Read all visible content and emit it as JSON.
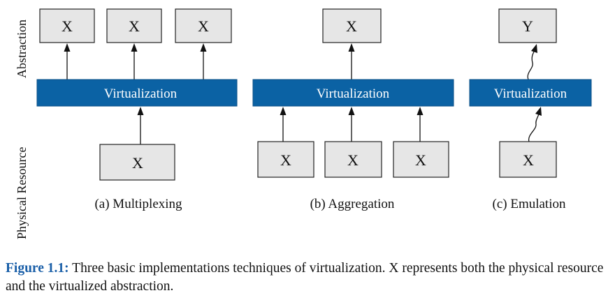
{
  "axis_labels": {
    "top": "Abstraction",
    "bottom": "Physical Resource"
  },
  "panels": [
    {
      "id": "multiplexing",
      "caption": "(a) Multiplexing",
      "bar_label": "Virtualization",
      "top_boxes": [
        "X",
        "X",
        "X"
      ],
      "bottom_boxes": [
        "X"
      ]
    },
    {
      "id": "aggregation",
      "caption": "(b) Aggregation",
      "bar_label": "Virtualization",
      "top_boxes": [
        "X"
      ],
      "bottom_boxes": [
        "X",
        "X",
        "X"
      ]
    },
    {
      "id": "emulation",
      "caption": "(c) Emulation",
      "bar_label": "Virtualization",
      "top_boxes": [
        "Y"
      ],
      "bottom_boxes": [
        "X"
      ]
    }
  ],
  "figure_caption": {
    "label": "Figure 1.1:",
    "text": "Three basic implementations techniques of virtualization. X represents both the physical resource and the virtualized abstraction."
  },
  "colors": {
    "bar_fill": "#0b62a4",
    "box_fill": "#e6e6e6",
    "figure_label": "#1a5fa8"
  }
}
